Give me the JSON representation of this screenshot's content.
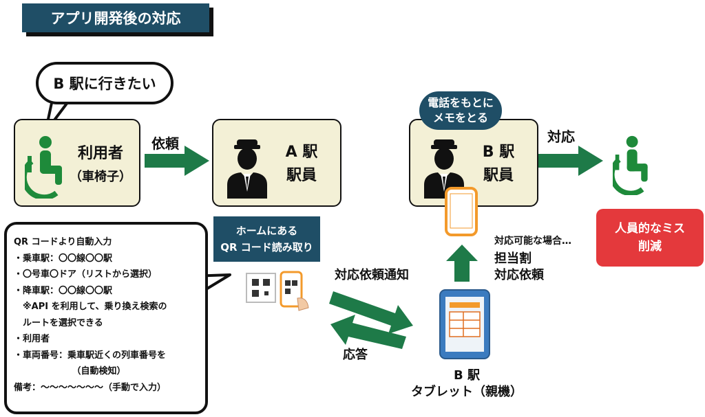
{
  "title": "アプリ開発後の対応",
  "speech_bubble": "B 駅に行きたい",
  "user_box": {
    "line1": "利用者",
    "line2": "（車椅子）"
  },
  "arrow_request_label": "依頼",
  "station_a_box": {
    "line1": "A 駅",
    "line2": "駅員"
  },
  "memo_bubble": {
    "line1": "電話をもとに",
    "line2": "メモをとる"
  },
  "station_b_box": {
    "line1": "B 駅",
    "line2": "駅員"
  },
  "arrow_response_label": "対応",
  "result_box": {
    "line1": "人員的なミス",
    "line2": "削減"
  },
  "qr_button": {
    "line1": "ホームにある",
    "line2": "QR コード読み取り"
  },
  "info_lines": [
    "QR コードより自動入力",
    "・乗車駅：〇〇線〇〇駅",
    "・〇号車〇ドア（リストから選択）",
    "・降車駅：〇〇線〇〇駅",
    "　※API を利用して、乗り換え検索の",
    "　ルートを選択できる",
    "・利用者",
    "・車両番号：乗車駅近くの列車番号を",
    "　　　　　　　（自動検知）",
    "備考：〜〜〜〜〜〜〜（手動で入力）"
  ],
  "notify_label": "対応依頼通知",
  "reply_label": "応答",
  "assign_label": {
    "line1": "対応可能な場合…",
    "line2": "担当割",
    "line3": "対応依頼"
  },
  "tablet_label": {
    "line1": "B 駅",
    "line2": "タブレット（親機）"
  },
  "colors": {
    "dark_blue": "#1f4e66",
    "green": "#1e7a48",
    "red": "#e4393c",
    "box_fill": "#f3f0d6"
  }
}
